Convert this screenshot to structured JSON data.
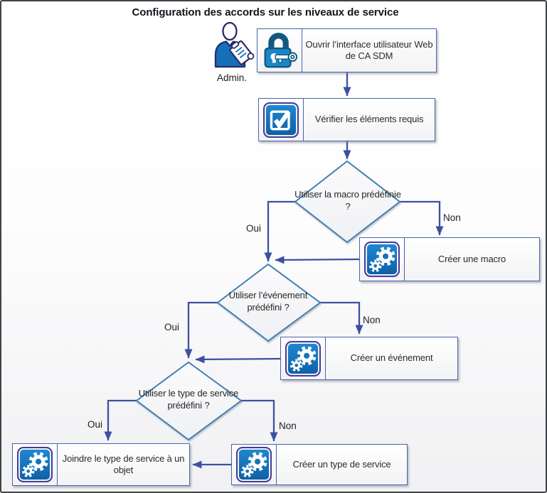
{
  "title": "Configuration des accords sur les niveaux de service",
  "actor": {
    "label": "Admin.",
    "icon": "admin-person-icon"
  },
  "nodes": {
    "open_ui": {
      "label": "Ouvrir l’interface utilisateur Web de CA SDM",
      "icon": "lock-key-icon"
    },
    "verify": {
      "label": "Vérifier les éléments requis",
      "icon": "checklist-icon"
    },
    "create_macro": {
      "label": "Créer une macro",
      "icon": "gears-icon"
    },
    "create_event": {
      "label": "Créer un événement",
      "icon": "gears-icon"
    },
    "attach_service_type": {
      "label": "Joindre le type de service à un objet",
      "icon": "gears-icon"
    },
    "create_service_type": {
      "label": "Créer un type de service",
      "icon": "gears-icon"
    }
  },
  "decisions": {
    "use_predefined_macro": {
      "label": "Utiliser la macro prédéfinie ?"
    },
    "use_predefined_event": {
      "label": "Utiliser l’événement prédéfini ?"
    },
    "use_predefined_service_type": {
      "label": "Utiliser le type de service prédéfini ?"
    }
  },
  "edge_labels": {
    "yes": "Oui",
    "no": "Non"
  },
  "colors": {
    "connector": "#3c50a2",
    "decision_border": "#4080b2",
    "node_border": "#4a64ad",
    "icon_tile_fill": "#1473bb",
    "icon_tile_border": "#4a3a96",
    "lock_teal": "#11597e"
  }
}
